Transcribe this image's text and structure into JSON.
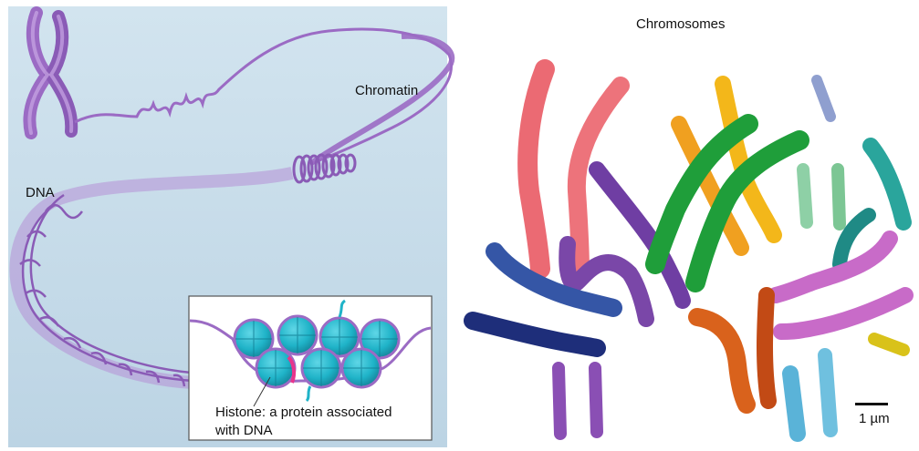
{
  "labels": {
    "chromatin": "Chromatin",
    "dna": "DNA",
    "histone_line1": "Histone: a protein associated",
    "histone_line2": "with DNA",
    "chromosomes": "Chromosomes",
    "scale": "1 µm"
  },
  "colors": {
    "panel_background": "#c5dbe9",
    "dna_purple": "#9b6bc4",
    "histone_teal": "#1fb3c8",
    "histone_dark": "#1a8fa6",
    "link_pink": "#e8358c"
  }
}
